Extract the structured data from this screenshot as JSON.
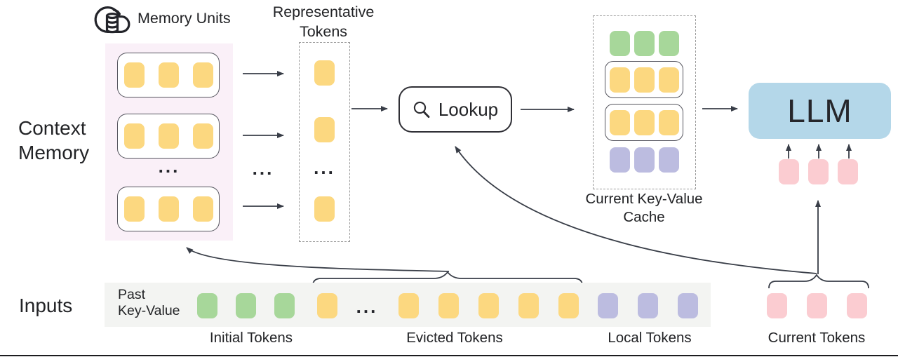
{
  "labels": {
    "memory_units": "Memory Units",
    "context_memory": [
      "Context",
      "Memory"
    ],
    "representative_tokens": [
      "Representative",
      "Tokens"
    ],
    "lookup": "Lookup",
    "current_kv_cache": [
      "Current Key-Value",
      "Cache"
    ],
    "llm": "LLM",
    "inputs": "Inputs",
    "past_key_value": [
      "Past",
      "Key-Value"
    ],
    "initial_tokens": "Initial Tokens",
    "evicted_tokens": "Evicted Tokens",
    "local_tokens": "Local Tokens",
    "current_tokens": "Current Tokens",
    "ellipsis": "..."
  },
  "icons": {
    "header": "cloud-database-icon",
    "lookup": "search-icon"
  },
  "tokens": {
    "memory_rows": [
      [
        "yellow",
        "yellow",
        "yellow"
      ],
      [
        "yellow",
        "yellow",
        "yellow"
      ],
      [
        "yellow",
        "yellow",
        "yellow"
      ]
    ],
    "representative": [
      [
        "yellow"
      ],
      [
        "yellow"
      ],
      [
        "yellow"
      ]
    ],
    "cache": {
      "prefix": [
        "green",
        "green",
        "green"
      ],
      "unit1": [
        "yellow",
        "yellow",
        "yellow"
      ],
      "unit2": [
        "yellow",
        "yellow",
        "yellow"
      ],
      "local": [
        "purple",
        "purple",
        "purple"
      ]
    },
    "llm_inputs": [
      "pink",
      "pink",
      "pink"
    ],
    "input_bar": {
      "initial": [
        "green",
        "green",
        "green"
      ],
      "evicted_head": [
        "yellow"
      ],
      "evicted_tail": [
        "yellow",
        "yellow",
        "yellow",
        "yellow",
        "yellow"
      ],
      "local": [
        "purple",
        "purple",
        "purple"
      ],
      "current": [
        "pink",
        "pink",
        "pink"
      ]
    }
  },
  "colors": {
    "token-yellow": "#fcd880",
    "token-green": "#a7d79a",
    "token-purple": "#bcbce0",
    "token-pink": "#fbccd1",
    "llm-blue": "#b4d7e9",
    "memory-bg": "#faf0f8",
    "bar-bg": "#f3f4f2",
    "line": "#383d47",
    "text": "#222326",
    "box-border": "#55555e",
    "dash-border": "#999999"
  }
}
